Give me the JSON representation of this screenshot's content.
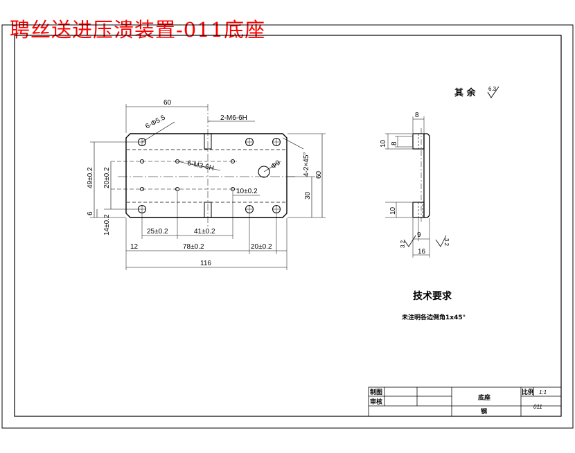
{
  "title": "聘丝送进压溃装置-011底座",
  "roughness": {
    "label": "其 余",
    "value": "6.3",
    "side_value": "3.2"
  },
  "dimensions": {
    "top_width": "60",
    "thread_top": "2-M6-6H",
    "holes_large": "6-Φ5.5",
    "thread_mid": "6-M3-6H",
    "hole_big": "Φ9",
    "chamfer": "4-2×45°",
    "height_total": "60",
    "height_30": "30",
    "left_49": "49±0.2",
    "left_20": "20±0.2",
    "left_6": "6",
    "left_14": "14±0.2",
    "offset_10": "10±0.2",
    "spacing_25": "25±0.2",
    "spacing_41": "41±0.2",
    "bottom_12": "12",
    "bottom_78": "78±0.2",
    "bottom_20": "20±0.2",
    "bottom_116": "116",
    "side_8_top": "8",
    "side_10_a": "10",
    "side_8_b": "8",
    "side_10_b": "10",
    "side_9": "9",
    "side_16": "16"
  },
  "tech": {
    "heading": "技术要求",
    "note": "未注明各边倒角1x45°"
  },
  "title_block": {
    "drawn": "制图",
    "checked": "审核",
    "part_name": "底座",
    "scale_label": "比例",
    "scale_value": "1:1",
    "material": "钢",
    "drawing_no": "011"
  }
}
